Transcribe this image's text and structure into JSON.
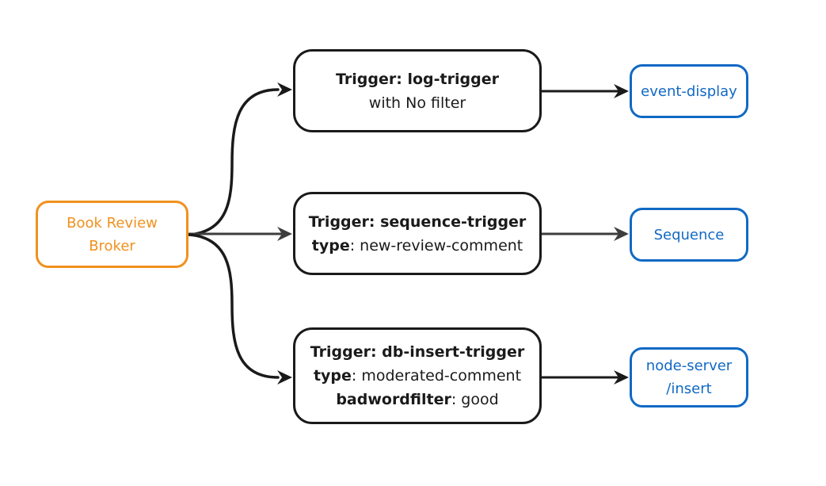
{
  "colors": {
    "orange": "#F0911E",
    "blue": "#1169C4",
    "black": "#1A1A1A",
    "gray": "#3D3D3D",
    "background": "#FFFFFF"
  },
  "broker": {
    "label": "Book Review\nBroker"
  },
  "triggers": [
    {
      "name": "log-trigger",
      "lines": [
        {
          "bold": "Trigger: log-trigger",
          "text": ""
        },
        {
          "bold": "",
          "text": "with No filter"
        }
      ]
    },
    {
      "name": "sequence-trigger",
      "lines": [
        {
          "bold": "Trigger: sequence-trigger",
          "text": ""
        },
        {
          "bold": "type",
          "text": ": new-review-comment"
        }
      ]
    },
    {
      "name": "db-insert-trigger",
      "lines": [
        {
          "bold": "Trigger: db-insert-trigger",
          "text": ""
        },
        {
          "bold": "type",
          "text": ": moderated-comment"
        },
        {
          "bold": "badwordfilter",
          "text": ": good"
        }
      ]
    }
  ],
  "endpoints": [
    {
      "label": "event-display"
    },
    {
      "label": "Sequence"
    },
    {
      "label": "node-server\n/insert"
    }
  ]
}
